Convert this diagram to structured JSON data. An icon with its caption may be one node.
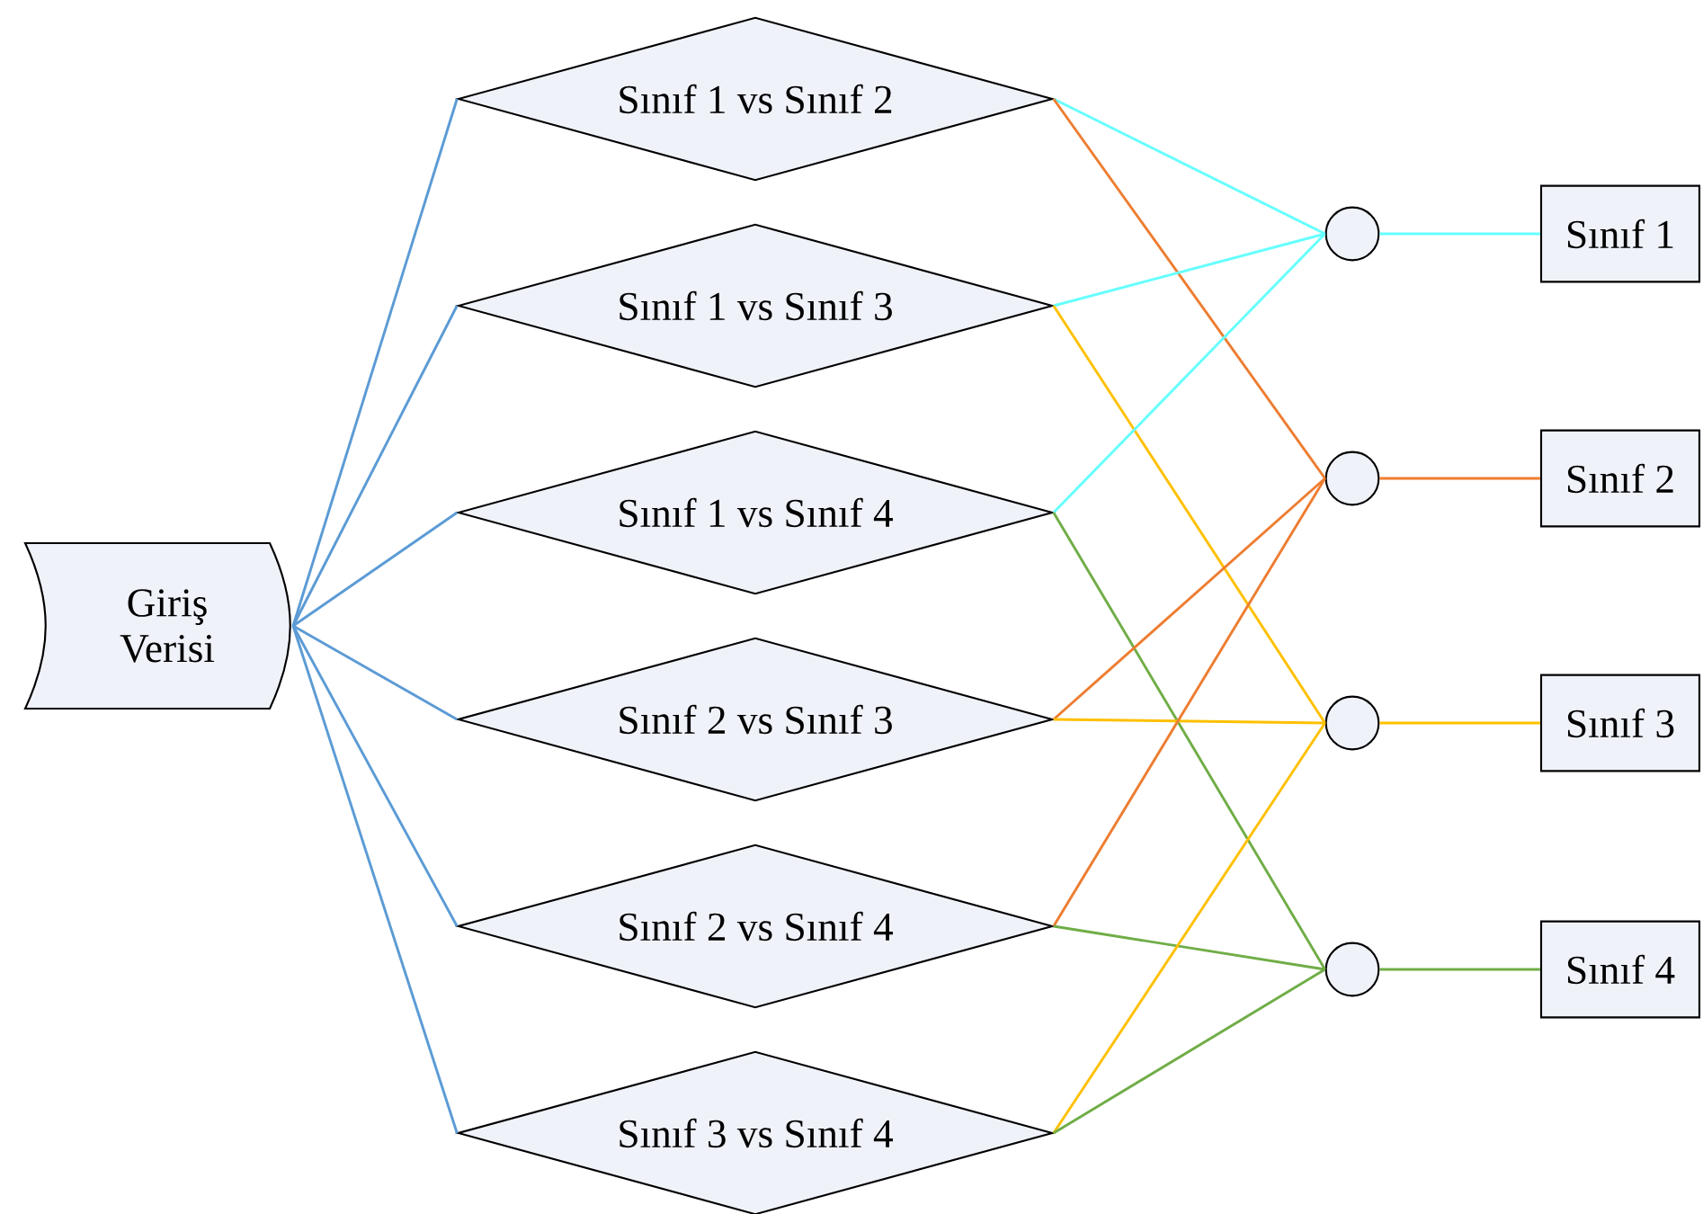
{
  "diagram": {
    "nodes": [
      {
        "text": [
          "Giriş Verisi"
        ]
      },
      {
        "text": [
          "Sınıf 1 vs Sınıf 2"
        ]
      },
      {
        "text": [
          "Sınıf 1 vs Sınıf 3"
        ]
      },
      {
        "text": [
          "Sınıf 1 vs Sınıf 4"
        ]
      },
      {
        "text": [
          "Sınıf 2 vs Sınıf 3"
        ]
      },
      {
        "text": [
          "Sınıf 2 vs Sınıf 4"
        ]
      },
      {
        "text": [
          "Sınıf 3 vs Sınıf 4"
        ]
      },
      {
        "text": [],
        "shape": "circle"
      },
      {
        "text": [],
        "shape": "circle"
      },
      {
        "text": [],
        "shape": "circle"
      },
      {
        "text": [],
        "shape": "circle"
      },
      {
        "text": [
          "Sınıf 1"
        ]
      },
      {
        "text": [
          "Sınıf 2"
        ]
      },
      {
        "text": [
          "Sınıf 3"
        ]
      },
      {
        "text": [
          "Sınıf 4"
        ]
      }
    ],
    "edges": [
      {
        "from": 0,
        "to": 1,
        "arrow": "none"
      },
      {
        "from": 0,
        "to": 2,
        "arrow": "none"
      },
      {
        "from": 0,
        "to": 3,
        "arrow": "none"
      },
      {
        "from": 0,
        "to": 4,
        "arrow": "none"
      },
      {
        "from": 0,
        "to": 5,
        "arrow": "none"
      },
      {
        "from": 0,
        "to": 6,
        "arrow": "none"
      },
      {
        "from": 1,
        "to": 7,
        "arrow": "none",
        "color": "#66ffff"
      },
      {
        "from": 1,
        "to": 8,
        "arrow": "none",
        "color": "#ed7d31"
      },
      {
        "from": 2,
        "to": 7,
        "arrow": "none",
        "color": "#66ffff"
      },
      {
        "from": 2,
        "to": 9,
        "arrow": "none",
        "color": "#ffc000"
      },
      {
        "from": 3,
        "to": 7,
        "arrow": "none",
        "color": "#66ffff"
      },
      {
        "from": 3,
        "to": 10,
        "arrow": "none",
        "color": "#70ad47"
      },
      {
        "from": 4,
        "to": 8,
        "arrow": "none",
        "color": "#ed7d31"
      },
      {
        "from": 4,
        "to": 9,
        "arrow": "none",
        "color": "#ffc000"
      },
      {
        "from": 5,
        "to": 8,
        "arrow": "none",
        "color": "#ed7d31"
      },
      {
        "from": 5,
        "to": 10,
        "arrow": "none",
        "color": "#70ad47"
      },
      {
        "from": 6,
        "to": 9,
        "arrow": "none",
        "color": "#ffc000"
      },
      {
        "from": 6,
        "to": 10,
        "arrow": "none",
        "color": "#70ad47"
      },
      {
        "from": 7,
        "to": 11,
        "arrow": "none",
        "color": "#66ffff"
      },
      {
        "from": 8,
        "to": 12,
        "arrow": "none",
        "color": "#ed7d31"
      },
      {
        "from": 9,
        "to": 13,
        "arrow": "none",
        "color": "#ffc000"
      },
      {
        "from": 10,
        "to": 14,
        "arrow": "none",
        "color": "#70ad47"
      }
    ]
  }
}
